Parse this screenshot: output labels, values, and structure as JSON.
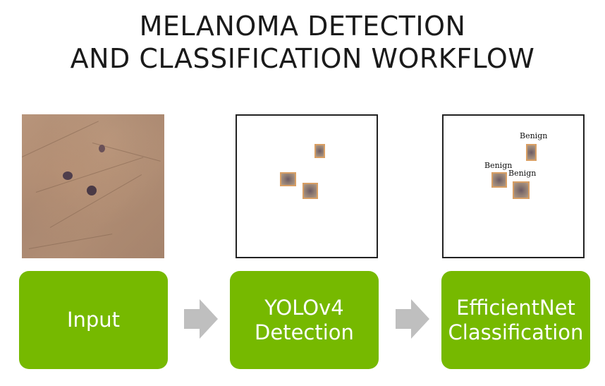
{
  "title": {
    "line1": "MELANOMA DETECTION",
    "line2": "AND CLASSIFICATION WORKFLOW"
  },
  "steps": [
    {
      "line1": "Input",
      "line2": ""
    },
    {
      "line1": "YOLOv4",
      "line2": "Detection"
    },
    {
      "line1": "EfficientNet",
      "line2": "Classification"
    }
  ],
  "classification_labels": [
    "Benign",
    "Benign",
    "Benign"
  ],
  "colors": {
    "step_green": "#76b900",
    "arrow_gray": "#bfbfbf",
    "bbox_orange": "#d89e63"
  }
}
